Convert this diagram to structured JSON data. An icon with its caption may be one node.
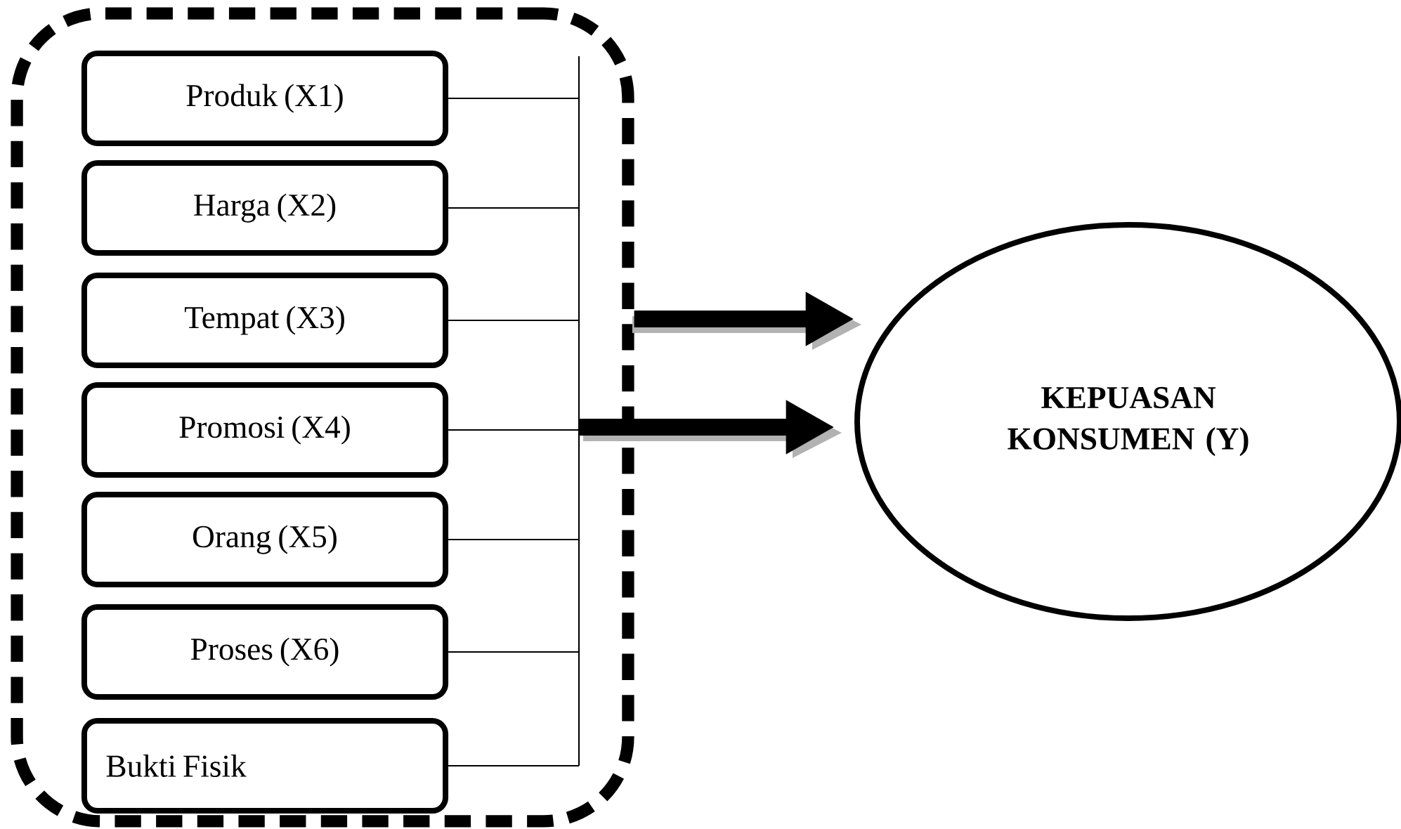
{
  "diagram": {
    "nodes": [
      {
        "text": [],
        "shape": "box"
      },
      {
        "text": [
          "Produk (X1)"
        ],
        "in": 0
      },
      {
        "text": [
          "Harga (X2)"
        ],
        "in": 0
      },
      {
        "text": [
          "Tempat (X3)"
        ],
        "in": 0
      },
      {
        "text": [
          "Promosi (X4)"
        ],
        "in": 0
      },
      {
        "text": [
          "Orang (X5)"
        ],
        "in": 0
      },
      {
        "text": [
          "Proses (X6)"
        ],
        "in": 0
      },
      {
        "text": [
          "Bukti Fisik"
        ],
        "in": 0
      },
      {
        "text": [
          "KEPUASAN KONSUMEN (Y)"
        ]
      }
    ],
    "edges": [
      {
        "from": 0,
        "to": 8,
        "arrow": "to",
        "style": "thick"
      },
      {
        "from": 1,
        "to": 8,
        "arrow": "to"
      },
      {
        "from": 2,
        "to": 8,
        "arrow": "to"
      },
      {
        "from": 3,
        "to": 8,
        "arrow": "to"
      },
      {
        "from": 4,
        "to": 8,
        "arrow": "to"
      },
      {
        "from": 5,
        "to": 8,
        "arrow": "to"
      },
      {
        "from": 6,
        "to": 8,
        "arrow": "to"
      },
      {
        "from": 7,
        "to": 8,
        "arrow": "to"
      }
    ]
  }
}
